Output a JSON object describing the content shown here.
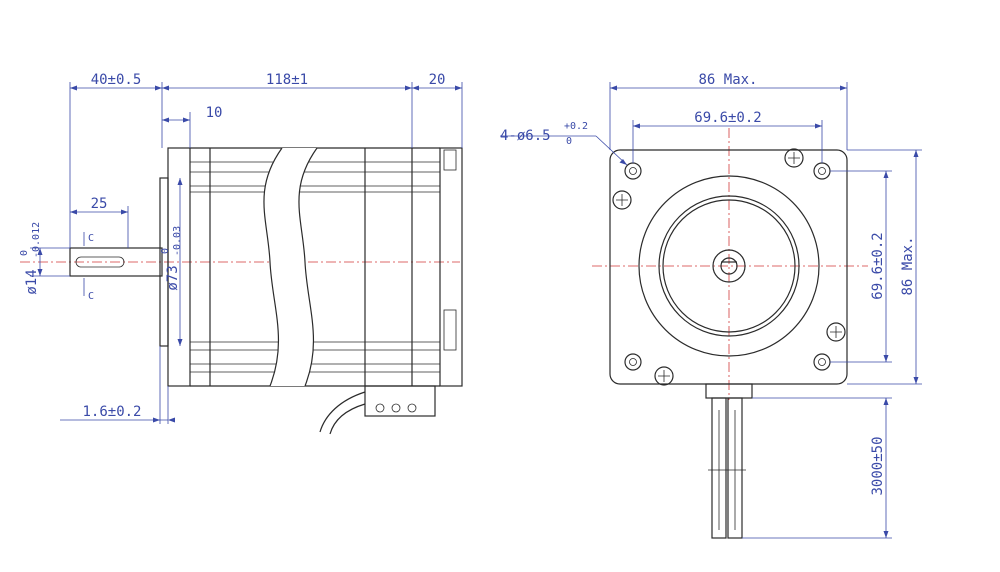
{
  "side_view": {
    "dim_shaft_length": "40±0.5",
    "dim_body_length": "118±1",
    "dim_rear_cap": "20",
    "dim_flange": "10",
    "dim_key_length": "25",
    "dim_shaft_dia_main": "ø14",
    "dim_shaft_dia_tol_upper": "0",
    "dim_shaft_dia_tol_lower": "-0.012",
    "dim_pilot_dia_main": "ø73",
    "dim_pilot_dia_tol_upper": "0",
    "dim_pilot_dia_tol_lower": "-0.03",
    "dim_pilot_depth": "1.6±0.2",
    "section_mark_top": "C",
    "section_mark_bottom": "C"
  },
  "front_view": {
    "dim_width": "86 Max.",
    "dim_hole_spacing_h": "69.6±0.2",
    "dim_hole_spacing_v": "69.6±0.2",
    "dim_height": "86 Max.",
    "dim_hole_main": "4-ø6.5",
    "dim_hole_tol_upper": "+0.2",
    "dim_hole_tol_lower": "0",
    "dim_cable_length": "3000±50"
  }
}
